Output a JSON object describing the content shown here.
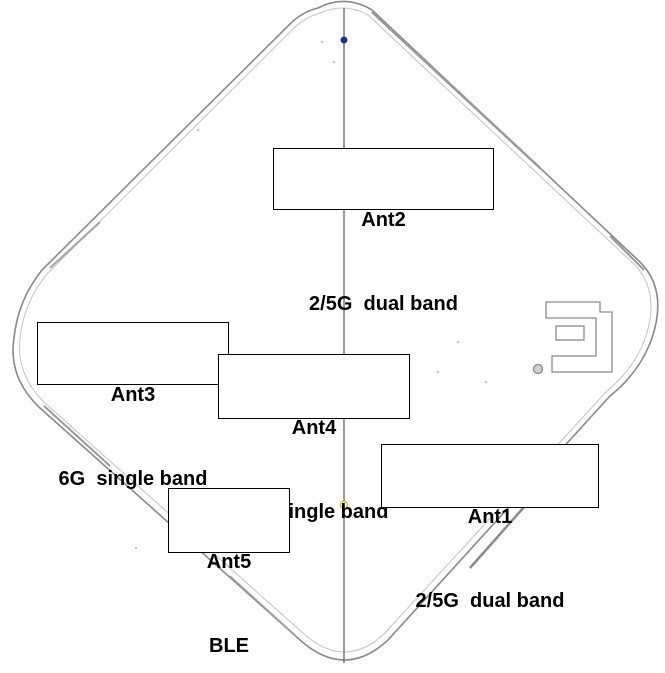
{
  "colors": {
    "outline": "#8a8a8a",
    "centerline": "#7a7a7a",
    "top_marker": "#1f2f8a",
    "mid_marker": "#c8c832",
    "box_border": "#000000",
    "text": "#000000"
  },
  "antennas": [
    {
      "id": "ant2",
      "name": "Ant2",
      "band": "2/5G  dual band"
    },
    {
      "id": "ant3",
      "name": "Ant3",
      "band": "6G  single band"
    },
    {
      "id": "ant4",
      "name": "Ant4",
      "band": "6G  single band"
    },
    {
      "id": "ant1",
      "name": "Ant1",
      "band": "2/5G  dual band"
    },
    {
      "id": "ant5",
      "name": "Ant5",
      "band": "BLE"
    }
  ]
}
